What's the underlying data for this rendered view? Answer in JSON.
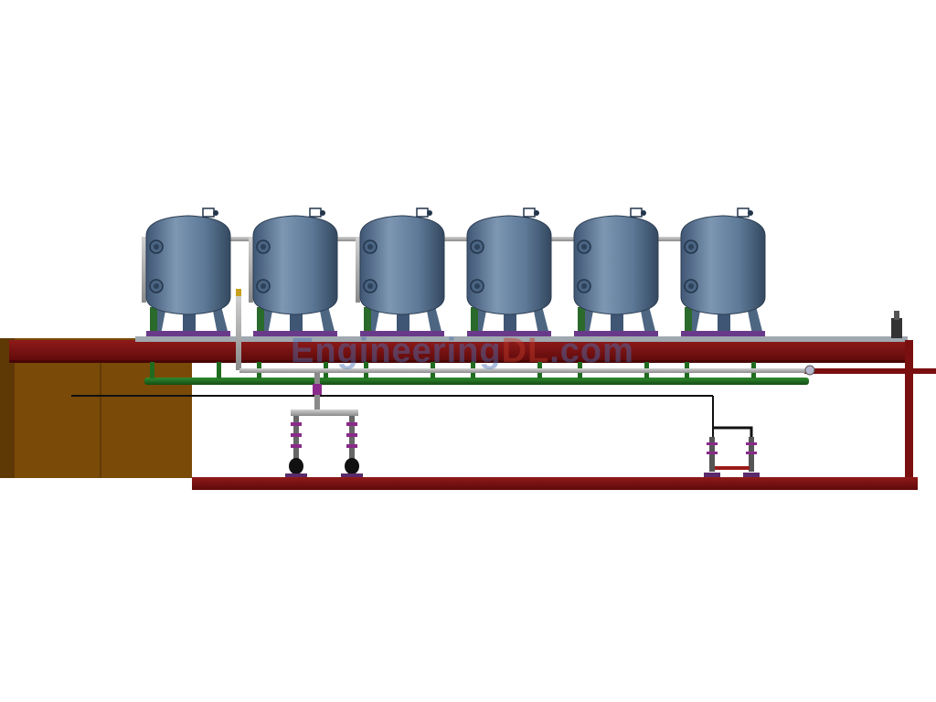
{
  "diagram": {
    "type": "3d-render-filtration-system",
    "tank_count": 6,
    "colors": {
      "background": "#ffffff",
      "tank_body": "#5c7896",
      "tank_shadow": "#3c5370",
      "tank_highlight": "#8aa3bd",
      "steel_frame": "#7a0f0f",
      "steel_frame_dark": "#5a0808",
      "concrete_block": "#7a4a08",
      "concrete_dark": "#553305",
      "green_pipe": "#1f6b1f",
      "grey_pipe": "#a8a8a8",
      "valve_purple": "#8a2a8a",
      "pump_black": "#111111"
    }
  },
  "watermark": {
    "text_part1": "Engineering",
    "text_part2": "DL",
    "text_part3": ".com",
    "color_main": "#4a6fb3",
    "color_accent": "#c23a2a"
  }
}
